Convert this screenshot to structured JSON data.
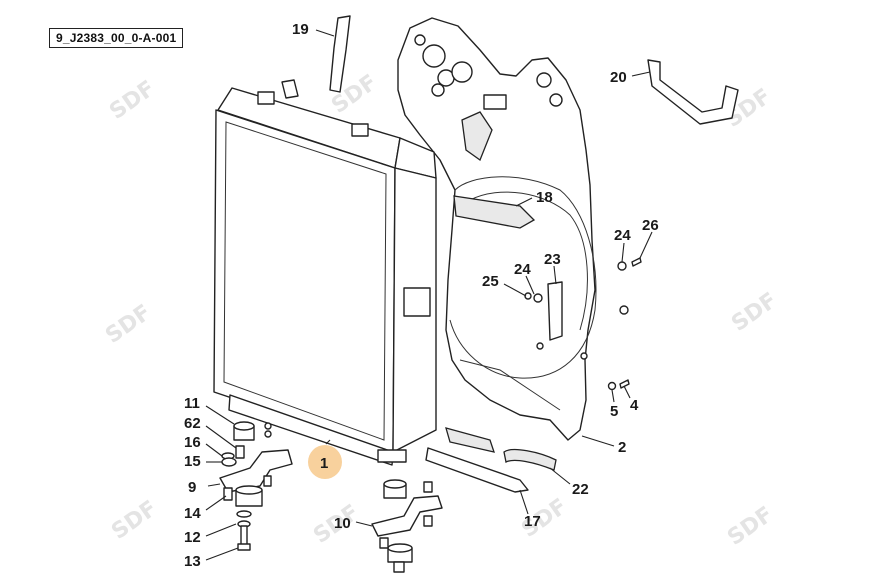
{
  "figure": {
    "reference_code": "9_J2383_00_0-A-001",
    "highlight_color": "#f7c98c",
    "watermark_text": "SDF"
  },
  "callouts": [
    {
      "label": "19"
    },
    {
      "label": "20"
    },
    {
      "label": "18"
    },
    {
      "label": "24"
    },
    {
      "label": "26"
    },
    {
      "label": "24"
    },
    {
      "label": "23"
    },
    {
      "label": "25"
    },
    {
      "label": "5"
    },
    {
      "label": "4"
    },
    {
      "label": "2"
    },
    {
      "label": "11"
    },
    {
      "label": "62"
    },
    {
      "label": "16"
    },
    {
      "label": "15"
    },
    {
      "label": "9"
    },
    {
      "label": "14"
    },
    {
      "label": "12"
    },
    {
      "label": "13"
    },
    {
      "label": "1"
    },
    {
      "label": "10"
    },
    {
      "label": "22"
    },
    {
      "label": "17"
    }
  ]
}
